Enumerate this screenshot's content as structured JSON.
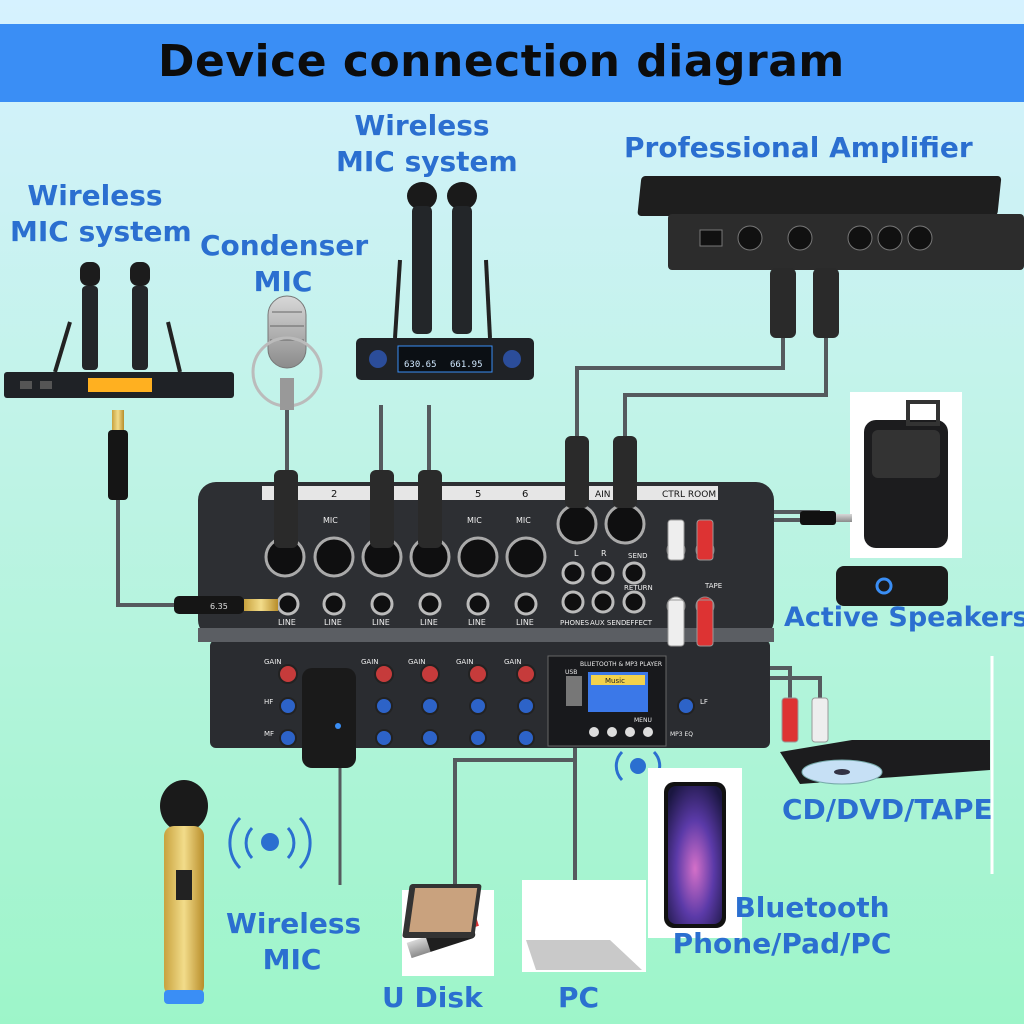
{
  "title": "Device connection diagram",
  "labels": {
    "wireless_mic_system_left": [
      "Wireless",
      "MIC system"
    ],
    "wireless_mic_system_center": [
      "Wireless",
      "MIC system"
    ],
    "condenser_mic": [
      "Condenser",
      "MIC"
    ],
    "professional_amplifier": "Professional Amplifier",
    "active_speakers": "Active Speakers",
    "cd_dvd_tape": "CD/DVD/TAPE",
    "bluetooth_devices": [
      "Bluetooth",
      "Phone/Pad/PC"
    ],
    "wireless_mic": [
      "Wireless",
      "MIC"
    ],
    "u_disk": "U Disk",
    "pc": "PC"
  },
  "mixer": {
    "channel_numbers": [
      "2",
      "5",
      "6"
    ],
    "mic_label": "MIC",
    "line_label": "LINE",
    "main_out_label": "AIN O",
    "ctrl_room_label": "CTRL ROOM",
    "out_l": "L",
    "out_r": "R",
    "phones": "PHONES",
    "aux_send": "AUX SEND",
    "effect": "EFFECT",
    "send": "SEND",
    "return": "RETURN",
    "tape": "TAPE",
    "gain": "GAIN",
    "hf": "HF",
    "mf": "MF",
    "lf": "LF",
    "bt_player": "BLUETOOTH & MP3 PLAYER",
    "screen_text": "Music",
    "usb": "USB",
    "menu": "MENU",
    "mp3_eq": "MP3 EQ"
  },
  "jack_text": "6.35",
  "receiver_readouts": [
    "630.65",
    "661.95"
  ],
  "colors": {
    "title_bar": "#3a8ef5",
    "label_blue": "#2b6fd0",
    "mixer_body": "#2d2f33",
    "cable": "#555a5e"
  }
}
